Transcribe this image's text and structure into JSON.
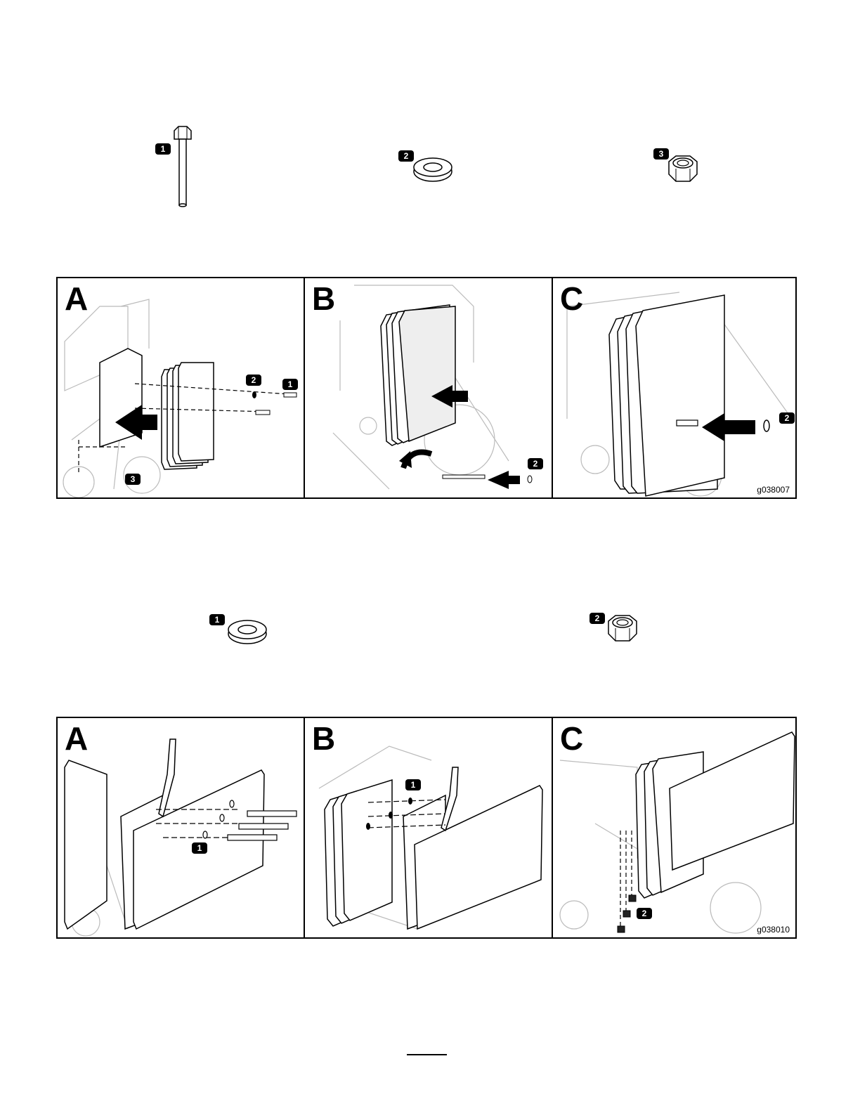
{
  "parts_row_1": {
    "bolt_callout": "1",
    "washer_callout": "2",
    "nut_callout": "3"
  },
  "figure_1": {
    "panels": [
      {
        "letter": "A",
        "callouts": [
          "2",
          "1",
          "3"
        ]
      },
      {
        "letter": "B",
        "callouts": [
          "2"
        ]
      },
      {
        "letter": "C",
        "callouts": [
          "2"
        ]
      }
    ],
    "code": "g038007"
  },
  "parts_row_2": {
    "washer_callout": "1",
    "nut_callout": "2"
  },
  "figure_2": {
    "panels": [
      {
        "letter": "A",
        "callouts": [
          "1"
        ]
      },
      {
        "letter": "B",
        "callouts": [
          "1"
        ]
      },
      {
        "letter": "C",
        "callouts": [
          "2"
        ]
      }
    ],
    "code": "g038010"
  }
}
